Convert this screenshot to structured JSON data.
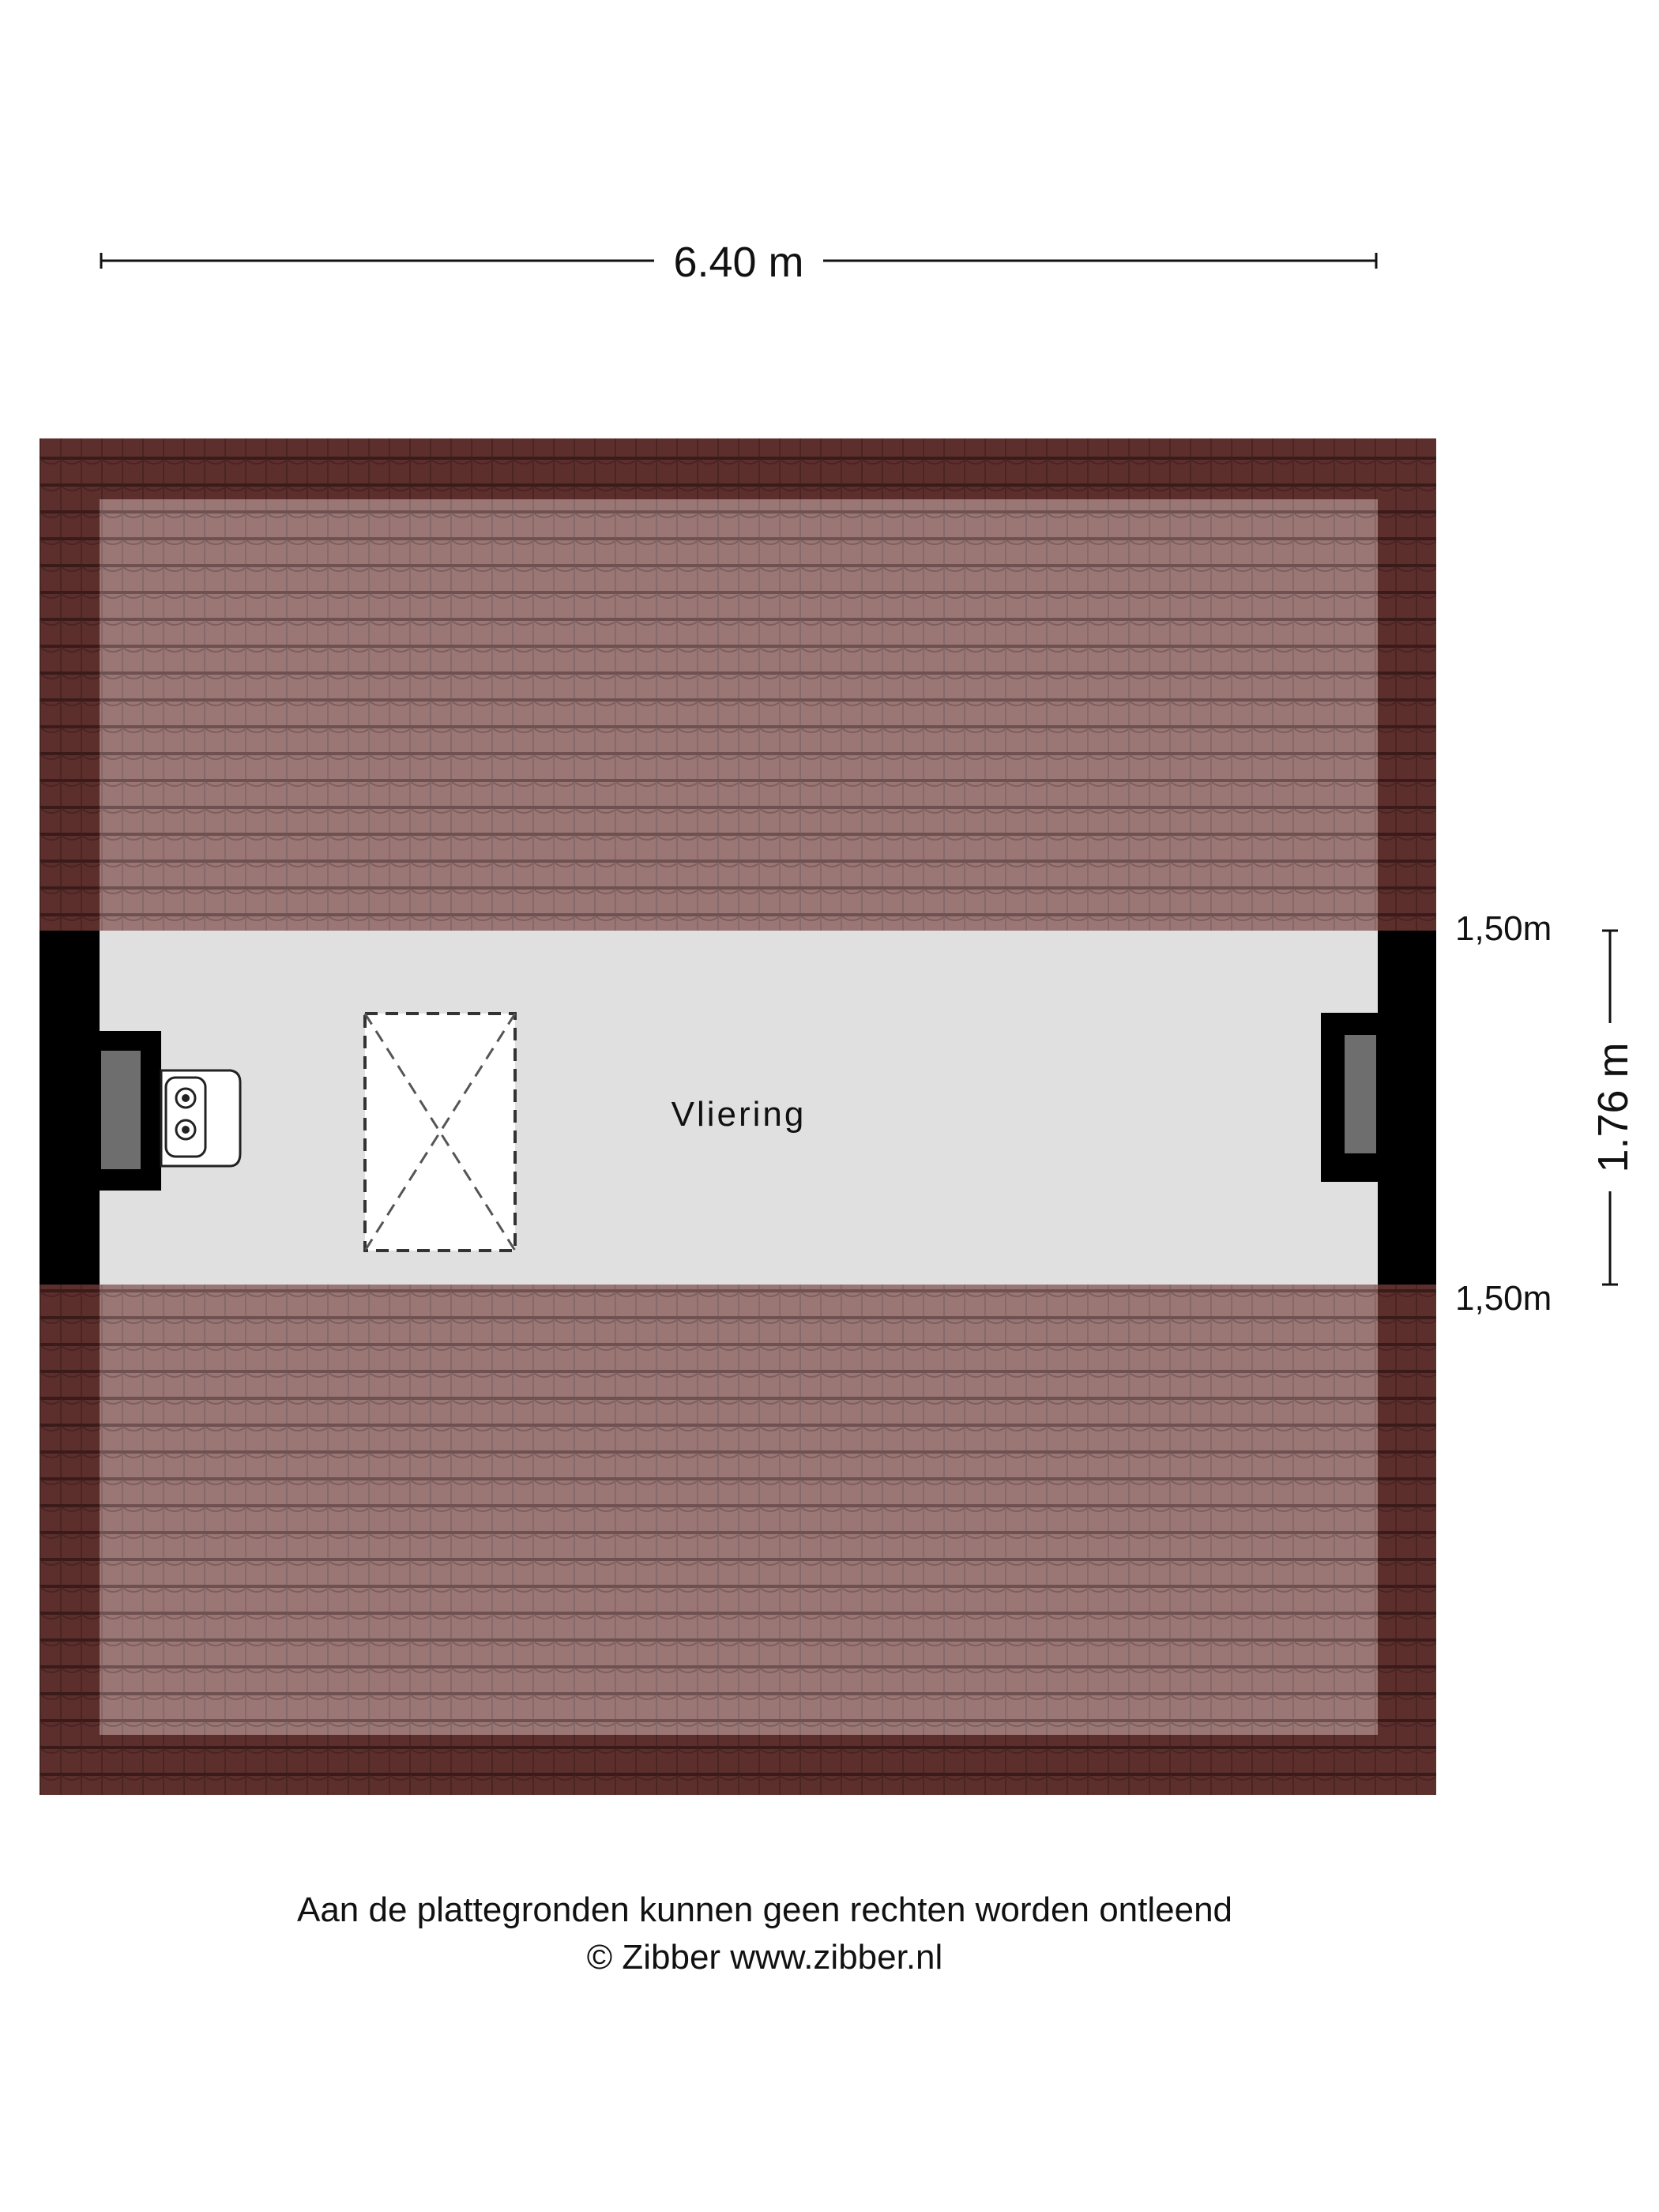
{
  "dimensions": {
    "width_label": "6.40 m",
    "height_label": "1.76 m",
    "knee_wall_top": "1,50m",
    "knee_wall_bottom": "1,50m"
  },
  "room": {
    "name": "Vliering"
  },
  "footer": {
    "disclaimer": "Aan de plattegronden kunnen geen rechten worden ontleend",
    "copyright": "© Zibber www.zibber.nl"
  },
  "colors": {
    "roof_tile": "#9a7674",
    "roof_edge": "#5c2f2d",
    "floor": "#e0e0e1",
    "wall": "#000000",
    "window_glass": "#6e6e6e"
  }
}
